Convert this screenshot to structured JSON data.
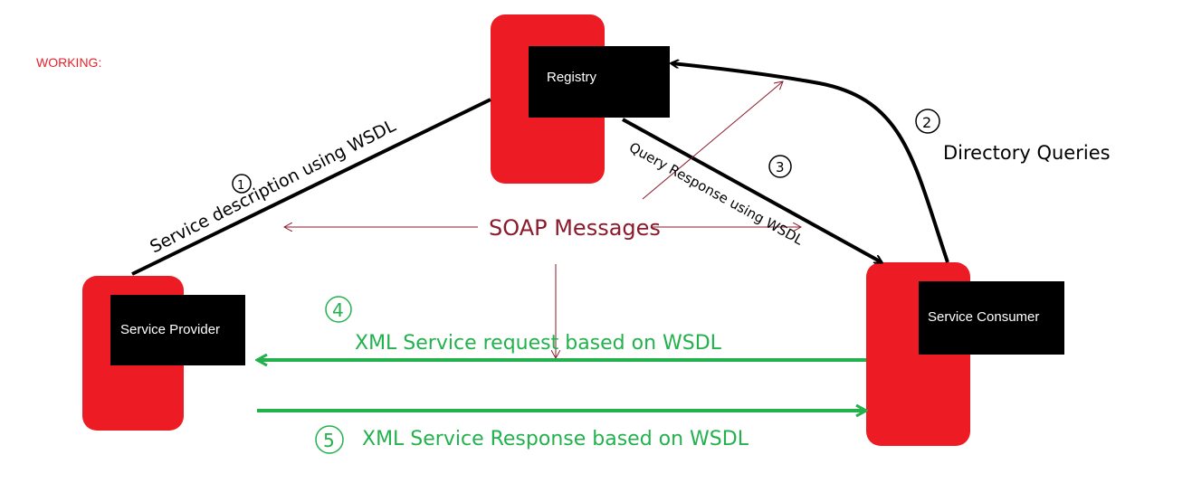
{
  "page_title": "WORKING:",
  "colors": {
    "node_red": "#ed1c24",
    "label_black": "#000000",
    "soap_maroon": "#8b1a2b",
    "green": "#22b14c",
    "title_red": "#e8222a"
  },
  "nodes": {
    "registry": "Registry",
    "provider": "Service Provider",
    "consumer": "Service Consumer"
  },
  "annotations": {
    "step1_number": "1",
    "step1_text": "Service description using WSDL",
    "step2_number": "2",
    "step2_text": "Directory Queries",
    "step3_number": "3",
    "step3_text": "Query Response using WSDL",
    "soap": "SOAP Messages",
    "step4_number": "4",
    "step4_text": "XML Service request based on WSDL",
    "step5_number": "5",
    "step5_text": "XML Service Response based on WSDL"
  }
}
